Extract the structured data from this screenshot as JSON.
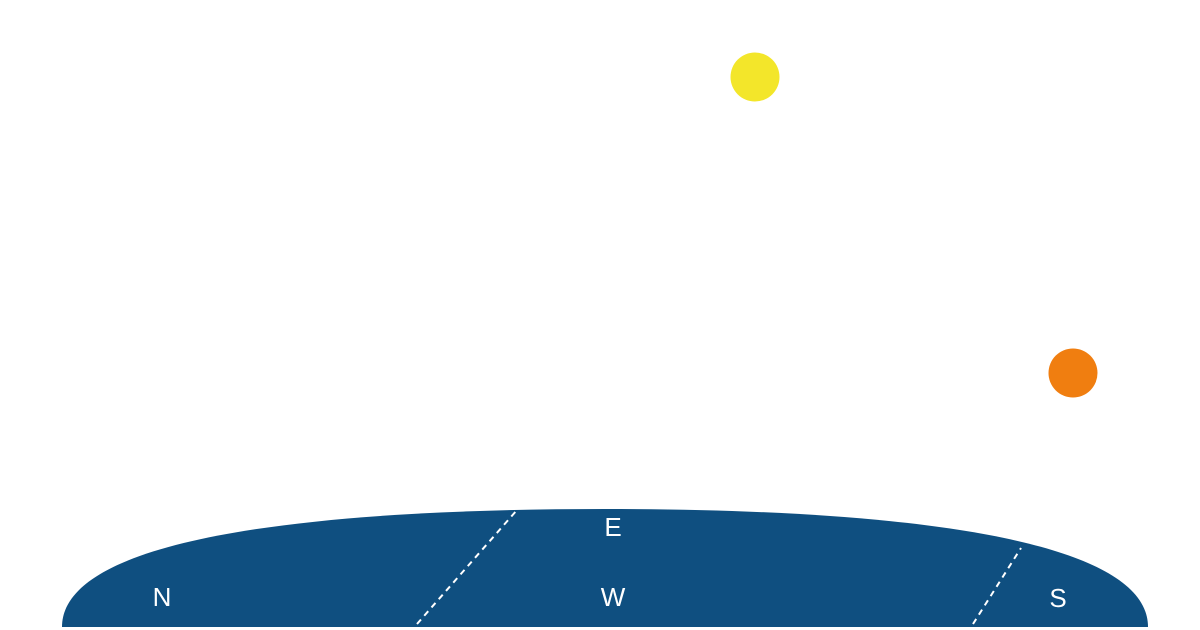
{
  "colors": {
    "background": "#ffffff",
    "ground": "#0f4f80",
    "sun": "#f3e62a",
    "setting_sun": "#f07e10",
    "divider": "#ffffff"
  },
  "bodies": [
    {
      "name": "sun",
      "color": "#f3e62a"
    },
    {
      "name": "setting-sun",
      "color": "#f07e10"
    }
  ],
  "compass": {
    "north": "N",
    "east": "E",
    "west": "W",
    "south": "S"
  }
}
